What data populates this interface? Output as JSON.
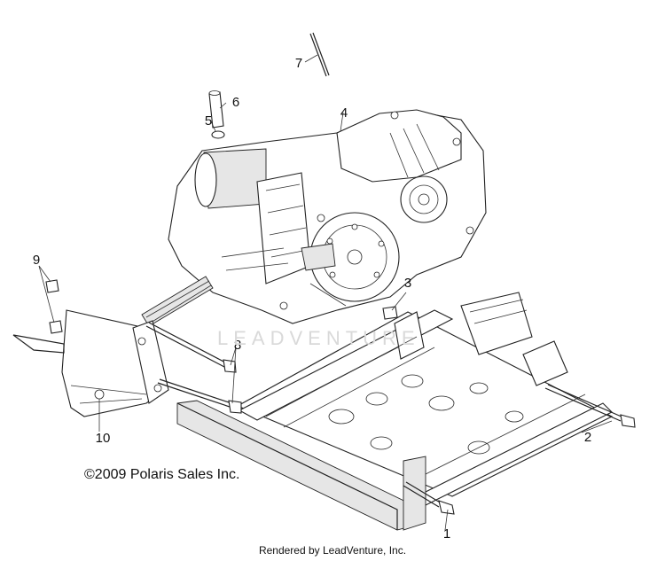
{
  "callouts": {
    "c1": "1",
    "c2": "2",
    "c3": "3",
    "c4": "4",
    "c5": "5",
    "c6": "6",
    "c7": "7",
    "c8": "8",
    "c9": "9",
    "c10": "10"
  },
  "watermark": "LEADVENTURE",
  "copyright": "©2009 Polaris Sales Inc.",
  "footer": "Rendered by LeadVenture, Inc."
}
